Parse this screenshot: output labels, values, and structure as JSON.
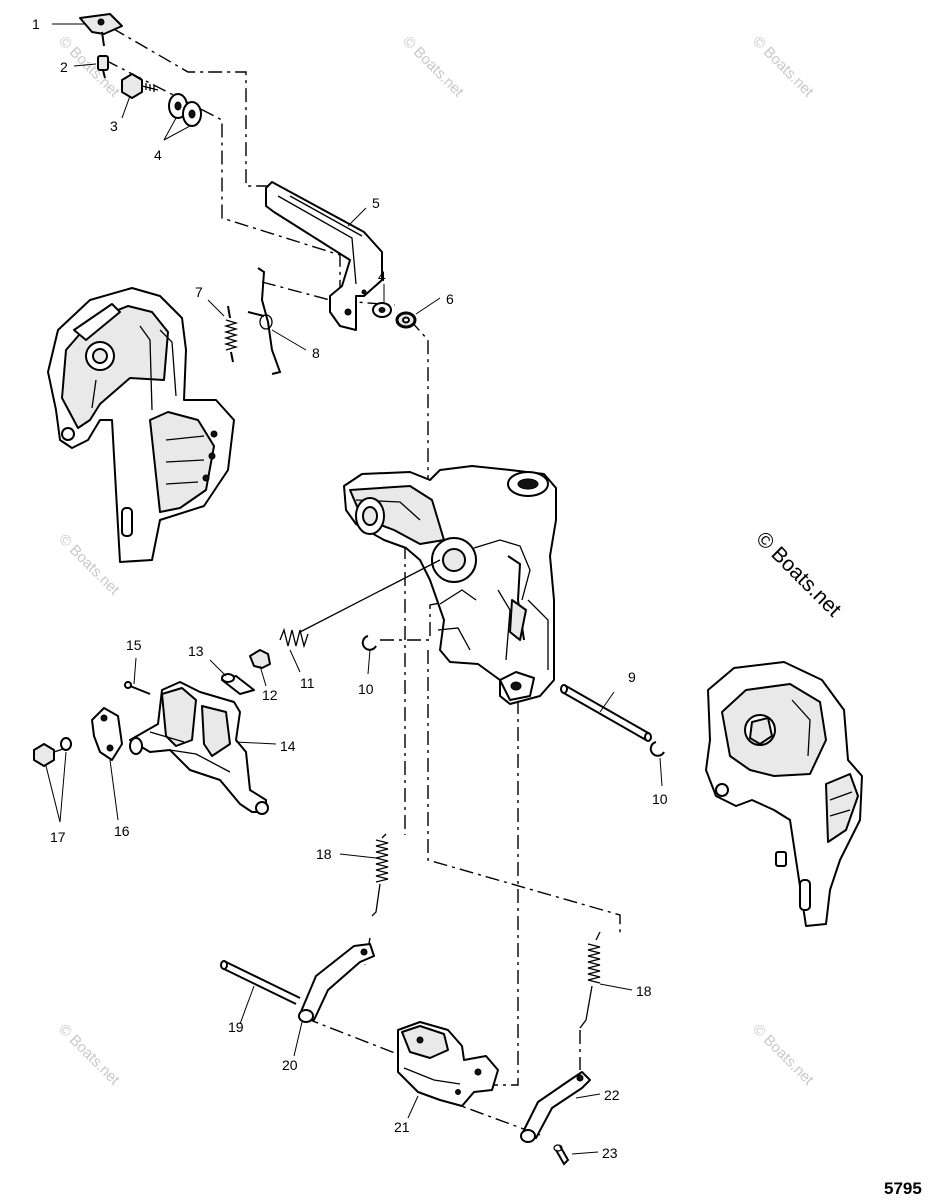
{
  "watermark": {
    "text": "© Boats.net"
  },
  "drawing_code": "5795",
  "callouts": [
    {
      "id": "c1",
      "label": "1"
    },
    {
      "id": "c2",
      "label": "2"
    },
    {
      "id": "c3",
      "label": "3"
    },
    {
      "id": "c4a",
      "label": "4"
    },
    {
      "id": "c5",
      "label": "5"
    },
    {
      "id": "c4b",
      "label": "4"
    },
    {
      "id": "c6",
      "label": "6"
    },
    {
      "id": "c7",
      "label": "7"
    },
    {
      "id": "c8",
      "label": "8"
    },
    {
      "id": "c9",
      "label": "9"
    },
    {
      "id": "c10a",
      "label": "10"
    },
    {
      "id": "c10b",
      "label": "10"
    },
    {
      "id": "c11",
      "label": "11"
    },
    {
      "id": "c12",
      "label": "12"
    },
    {
      "id": "c13",
      "label": "13"
    },
    {
      "id": "c14",
      "label": "14"
    },
    {
      "id": "c15",
      "label": "15"
    },
    {
      "id": "c16",
      "label": "16"
    },
    {
      "id": "c17",
      "label": "17"
    },
    {
      "id": "c18a",
      "label": "18"
    },
    {
      "id": "c18b",
      "label": "18"
    },
    {
      "id": "c19",
      "label": "19"
    },
    {
      "id": "c20",
      "label": "20"
    },
    {
      "id": "c21",
      "label": "21"
    },
    {
      "id": "c22",
      "label": "22"
    },
    {
      "id": "c23",
      "label": "23"
    }
  ]
}
